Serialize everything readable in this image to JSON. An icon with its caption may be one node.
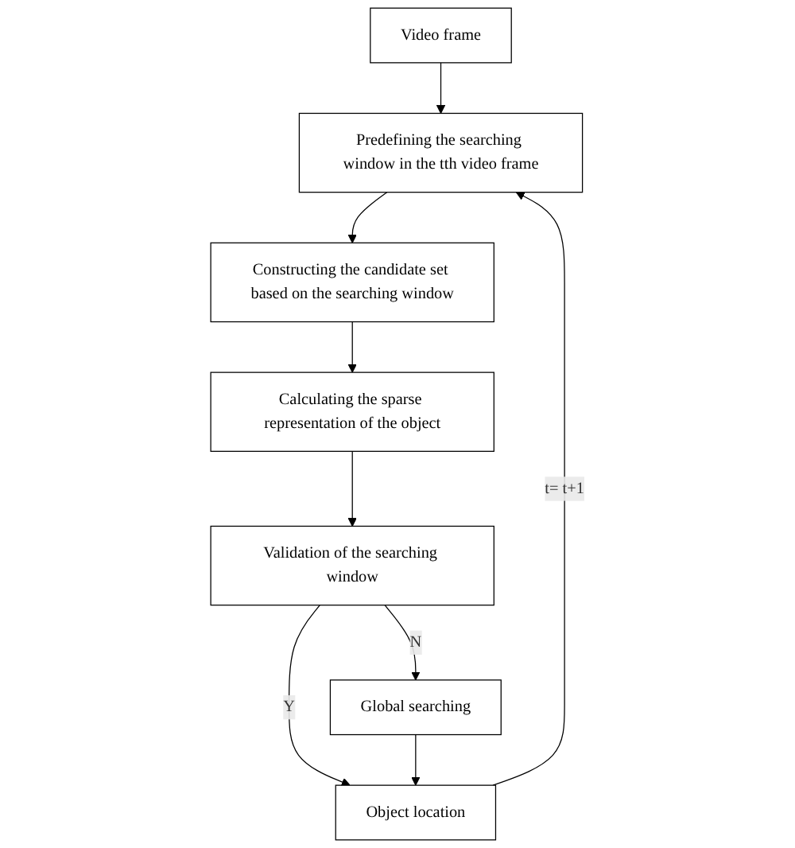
{
  "diagram": {
    "nodes": [
      {
        "text": [
          "Video frame"
        ]
      },
      {
        "text": [
          "Predefining the searching window in the tth video frame"
        ]
      },
      {
        "text": [
          "Constructing the candidate set based on the searching window"
        ]
      },
      {
        "text": [
          "Calculating the sparse representation of the object"
        ]
      },
      {
        "text": [
          "Validation of the searching window"
        ]
      },
      {
        "text": [
          "Global searching"
        ]
      },
      {
        "text": [
          "Object location"
        ]
      }
    ],
    "edges": [
      {
        "from": 0,
        "to": 1,
        "arrow": "to"
      },
      {
        "from": 1,
        "to": 2,
        "arrow": "to"
      },
      {
        "from": 2,
        "to": 3,
        "arrow": "to"
      },
      {
        "from": 3,
        "to": 4,
        "arrow": "to"
      },
      {
        "from": 4,
        "to": 5,
        "arrow": "to",
        "label": "N"
      },
      {
        "from": 4,
        "to": 6,
        "arrow": "to",
        "label": "Y"
      },
      {
        "from": 5,
        "to": 6,
        "arrow": "to"
      },
      {
        "from": 6,
        "to": 1,
        "arrow": "to",
        "label": "t= t+1"
      }
    ]
  }
}
